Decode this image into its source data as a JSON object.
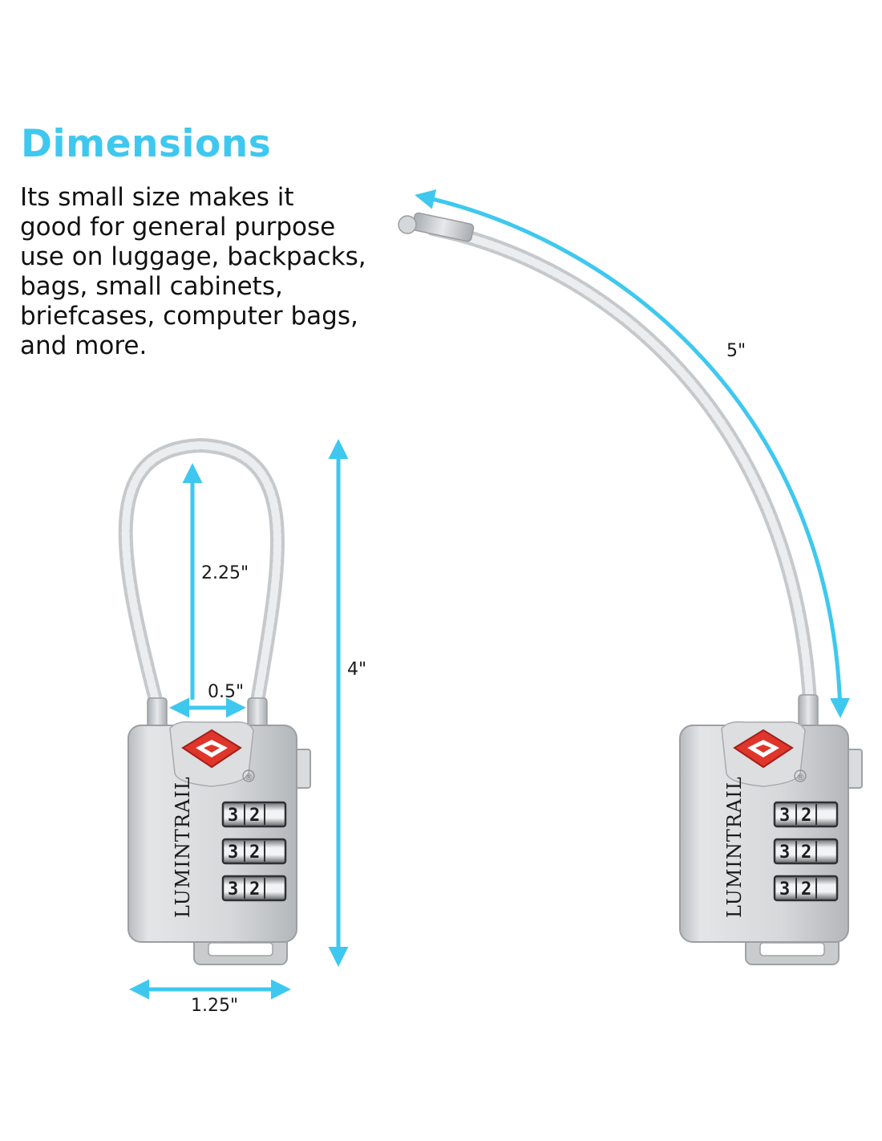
{
  "heading": "Dimensions",
  "description_lines": [
    "Its small size makes it",
    "good for general purpose",
    "use on luggage, backpacks,",
    "bags, small cabinets,",
    "briefcases, computer bags,",
    "and more."
  ],
  "dimensions": {
    "cable_length": "5\"",
    "loop_height": "2.25\"",
    "shackle_gap": "0.5\"",
    "total_height": "4\"",
    "body_width": "1.25\""
  },
  "lock": {
    "brand": "LUMINTRAIL",
    "registered_mark": "®",
    "dial_rows": [
      [
        "3",
        "2"
      ],
      [
        "3",
        "2"
      ],
      [
        "3",
        "2"
      ]
    ]
  },
  "colors": {
    "accent": "#3ec8ef",
    "lock_body": "#d2d4d6",
    "tsa_badge": "#e0352b"
  }
}
